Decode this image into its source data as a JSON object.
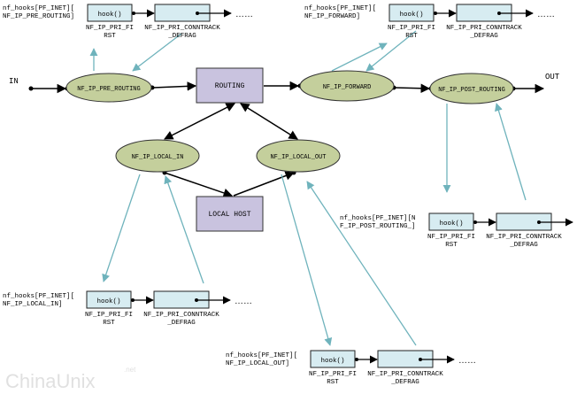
{
  "labels": {
    "in": "IN",
    "out": "OUT",
    "routing": "ROUTING",
    "local_host": "LOCAL HOST"
  },
  "hookpoints": {
    "pre_routing": "NF_IP_PRE_ROUTING",
    "forward": "NF_IP_FORWARD",
    "post_routing": "NF_IP_POST_ROUTING",
    "local_in": "NF_IP_LOCAL_IN",
    "local_out": "NF_IP_LOCAL_OUT"
  },
  "chains": {
    "pre_routing": {
      "title_line1": "nf_hooks[PF_INET][",
      "title_line2": "NF_IP_PRE_ROUTING]",
      "hook": "hook()",
      "pri_first_1": "NF_IP_PRI_FI",
      "pri_first_2": "RST",
      "pri_conntrack_1": "NF_IP_PRI_CONNTRACK",
      "pri_conntrack_2": "_DEFRAG",
      "ellipsis": "……"
    },
    "forward": {
      "title_line1": "nf_hooks[PF_INET][",
      "title_line2": "NF_IP_FORWARD]",
      "hook": "hook()",
      "pri_first_1": "NF_IP_PRI_FI",
      "pri_first_2": "RST",
      "pri_conntrack_1": "NF_IP_PRI_CONNTRACK",
      "pri_conntrack_2": "_DEFRAG",
      "ellipsis": "……"
    },
    "post_routing": {
      "title_line1": "nf_hooks[PF_INET][N",
      "title_line2": "F_IP_POST_ROUTING_]",
      "hook": "hook()",
      "pri_first_1": "NF_IP_PRI_FI",
      "pri_first_2": "RST",
      "pri_conntrack_1": "NF_IP_PRI_CONNTRACK",
      "pri_conntrack_2": "_DEFRAG",
      "ellipsis": "……"
    },
    "local_in": {
      "title_line1": "nf_hooks[PF_INET][",
      "title_line2": "NF_IP_LOCAL_IN]",
      "hook": "hook()",
      "pri_first_1": "NF_IP_PRI_FI",
      "pri_first_2": "RST",
      "pri_conntrack_1": "NF_IP_PRI_CONNTRACK",
      "pri_conntrack_2": "_DEFRAG",
      "ellipsis": "……"
    },
    "local_out": {
      "title_line1": "nf_hooks[PF_INET][",
      "title_line2": "NF_IP_LOCAL_OUT]",
      "hook": "hook()",
      "pri_first_1": "NF_IP_PRI_FI",
      "pri_first_2": "RST",
      "pri_conntrack_1": "NF_IP_PRI_CONNTRACK",
      "pri_conntrack_2": "_DEFRAG",
      "ellipsis": "……"
    }
  },
  "watermark": {
    "text": "ChinaUnix",
    "suffix": ".net"
  },
  "colors": {
    "ellipse_fill": "#c4cf9c",
    "routing_fill": "#c9c3df",
    "chain_fill": "#d7ecf1",
    "teal_arrow": "#6fb3bc",
    "line": "#000000"
  }
}
